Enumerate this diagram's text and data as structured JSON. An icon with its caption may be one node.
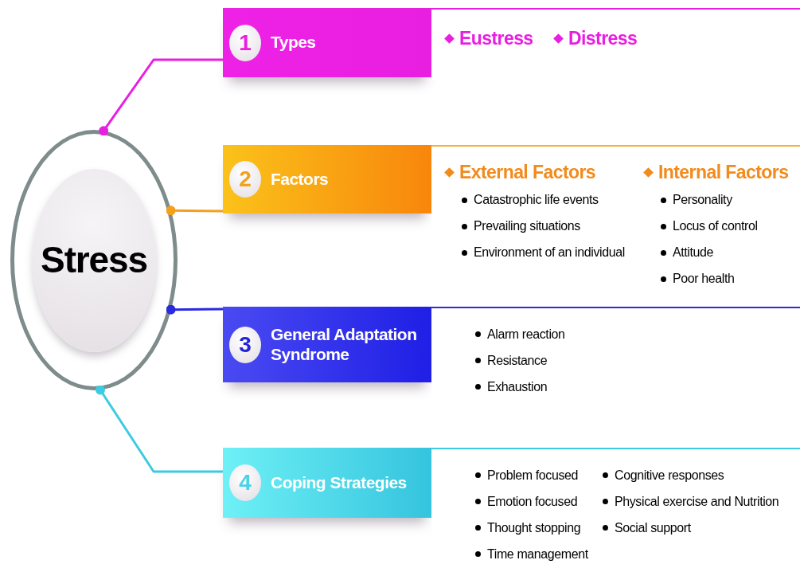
{
  "diagram": {
    "nodes": [
      {
        "text": [
          "Stress"
        ]
      },
      {
        "text": [
          "1",
          "Types"
        ]
      },
      {
        "text": [
          "Eustress",
          "Distress"
        ]
      },
      {
        "text": [
          "2",
          "Factors"
        ]
      },
      {
        "text": [
          "External Factors",
          "Catastrophic life events",
          "Prevailing situations",
          "Environment of an individual",
          "Internal Factors",
          "Personality",
          "Locus of control",
          "Attitude",
          "Poor health"
        ]
      },
      {
        "text": [
          "3",
          "General Adaptation Syndrome"
        ]
      },
      {
        "text": [
          "Alarm reaction",
          "Resistance",
          "Exhaustion"
        ]
      },
      {
        "text": [
          "4",
          "Coping Strategies"
        ]
      },
      {
        "text": [
          "Problem focused",
          "Emotion focused",
          "Thought stopping",
          "Time management",
          "Cognitive responses",
          "Physical exercise and Nutrition",
          "Social support"
        ]
      }
    ],
    "edges": [
      {
        "from": 0,
        "to": 1,
        "arrow": "other",
        "color": "#e81ee0"
      },
      {
        "from": 0,
        "to": 3,
        "arrow": "other",
        "color": "#f3a01c"
      },
      {
        "from": 0,
        "to": 5,
        "arrow": "other",
        "color": "#2a2ae0"
      },
      {
        "from": 0,
        "to": 7,
        "arrow": "other",
        "color": "#3ccbe0"
      }
    ]
  }
}
